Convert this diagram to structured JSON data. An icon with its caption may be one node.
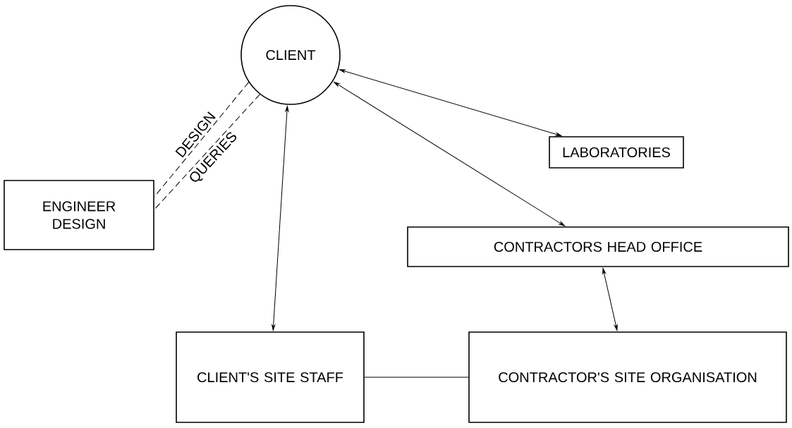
{
  "diagram": {
    "nodes": [
      {
        "text": [
          "CLIENT"
        ]
      },
      {
        "text": [
          "LABORATORIES"
        ]
      },
      {
        "text": [
          "ENGINEER DESIGN"
        ]
      },
      {
        "text": [
          "CONTRACTORS HEAD OFFICE"
        ]
      },
      {
        "text": [
          "CLIENT'S SITE STAFF"
        ]
      },
      {
        "text": [
          "CONTRACTOR'S SITE ORGANISATION"
        ]
      }
    ],
    "edges": [
      {
        "from": 0,
        "to": 1,
        "arrow": "both"
      },
      {
        "from": 0,
        "to": 2,
        "arrow": "none",
        "style": "dashed",
        "label": "DESIGN"
      },
      {
        "from": 0,
        "to": 2,
        "arrow": "none",
        "style": "dashed",
        "label": "QUERIES"
      },
      {
        "from": 0,
        "to": 4,
        "arrow": "both"
      },
      {
        "from": 0,
        "to": 3,
        "arrow": "both"
      },
      {
        "from": 3,
        "to": 5,
        "arrow": "both"
      },
      {
        "from": 4,
        "to": 5,
        "arrow": "none"
      }
    ]
  }
}
